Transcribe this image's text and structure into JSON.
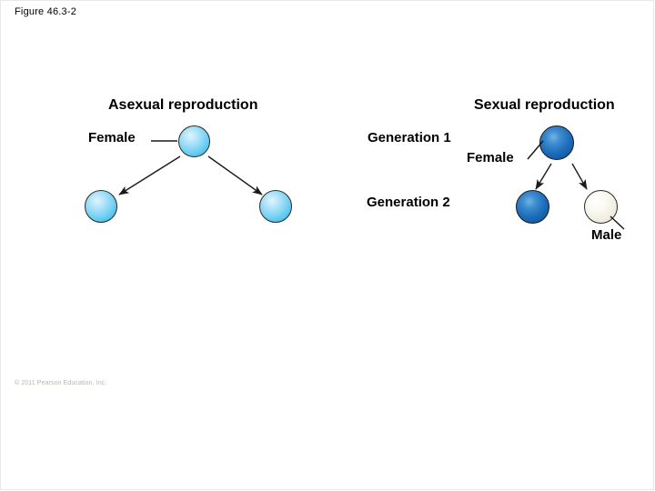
{
  "slide": {
    "figure_number": "Figure 46.3-2",
    "copyright": "© 2011 Pearson Education, Inc."
  },
  "asexual": {
    "heading": "Asexual reproduction",
    "parent_label": "Female"
  },
  "sexual": {
    "heading": "Sexual reproduction",
    "generation_1_label": "Generation 1",
    "female_label": "Female",
    "generation_2_label": "Generation 2",
    "male_label": "Male"
  },
  "colors": {
    "light_blue_sphere": "#7fd4f4",
    "dark_blue_sphere": "#1d6cba",
    "cream_sphere": "#f2f0e2",
    "text": "#000000",
    "copyright_text": "#b9b5ad",
    "arrow": "#1a1a1a",
    "background": "#ffffff"
  }
}
